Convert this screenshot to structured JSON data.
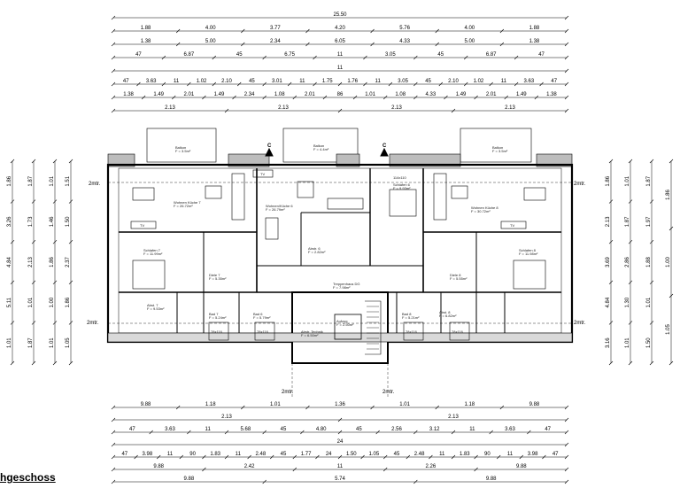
{
  "title": "hgeschoss",
  "top_dims": [
    {
      "row": 0,
      "values": [
        "25.50"
      ]
    },
    {
      "row": 1,
      "values": [
        "1.88",
        "4.00",
        "3.77",
        "4.20",
        "5.76",
        "4.00",
        "1.88"
      ]
    },
    {
      "row": 2,
      "values": [
        "1.38",
        "5.00",
        "2.34",
        "6.05",
        "4.33",
        "5.00",
        "1.38"
      ]
    },
    {
      "row": 3,
      "values": [
        "47",
        "6.87",
        "45",
        "6.75",
        "11",
        "3.05",
        "45",
        "6.87",
        "47"
      ]
    },
    {
      "row": 4,
      "values": [
        "11"
      ]
    },
    {
      "row": 5,
      "values": [
        "47",
        "3.63",
        "11",
        "1.02",
        "2.10",
        "45",
        "3.01",
        "11",
        "1.75",
        "1.76",
        "11",
        "3.05",
        "45",
        "2.10",
        "1.02",
        "11",
        "3.63",
        "47"
      ]
    },
    {
      "row": 6,
      "values": [
        "1.38",
        "1.49",
        "2.01",
        "1.49",
        "2.34",
        "1.08",
        "2.01",
        "86",
        "1.01",
        "1.08",
        "4.33",
        "1.49",
        "2.01",
        "1.49",
        "1.38"
      ]
    },
    {
      "row": 7,
      "values": [
        "2.13",
        "2.13",
        "2.13",
        "2.13"
      ]
    }
  ],
  "bottom_dims": [
    {
      "row": 0,
      "values": [
        "9.88",
        "1.18",
        "1.01",
        "1.36",
        "1.01",
        "1.18",
        "9.88"
      ]
    },
    {
      "row": 1,
      "values": [
        "2.13",
        "2.13"
      ]
    },
    {
      "row": 2,
      "values": [
        "47",
        "3.63",
        "11",
        "5.68",
        "45",
        "4.80",
        "45",
        "2.56",
        "3.12",
        "11",
        "3.63",
        "47"
      ]
    },
    {
      "row": 3,
      "values": [
        "24"
      ]
    },
    {
      "row": 4,
      "values": [
        "47",
        "3.98",
        "11",
        "90",
        "1.83",
        "11",
        "2.48",
        "45",
        "1.77",
        "24",
        "1.50",
        "1.05",
        "45",
        "2.48",
        "11",
        "1.83",
        "90",
        "11",
        "3.98",
        "47"
      ]
    },
    {
      "row": 5,
      "values": [
        "9.88",
        "2.42",
        "11",
        "2.26",
        "9.88"
      ]
    },
    {
      "row": 6,
      "values": [
        "9.88",
        "5.74",
        "9.88"
      ]
    }
  ],
  "left_dims": [
    "1.86",
    "3.26",
    "4.84",
    "5.11",
    "1.01",
    "1.87",
    "1.73",
    "2.13",
    "1.01",
    "1.87",
    "1.01",
    "1.46",
    "1.86",
    "1.00",
    "1.01",
    "1.51",
    "1.50",
    "2.37",
    "1.86",
    "1.05"
  ],
  "right_dims": [
    "1.86",
    "2.13",
    "3.69",
    "4.84",
    "3.16",
    "1.01",
    "1.87",
    "2.86",
    "1.30",
    "1.01",
    "1.87",
    "1.97",
    "1.88",
    "1.01",
    "1.50",
    "1.86",
    "1.00",
    "1.05"
  ],
  "rooms": [
    {
      "name": "Balkon",
      "area": "F = 3.5m²"
    },
    {
      "name": "Balkon",
      "area": "F = 4.4m²"
    },
    {
      "name": "Balkon",
      "area": "F = 3.5m²"
    },
    {
      "name": "Wohnen Küche 7",
      "area": "F = 26.72m²"
    },
    {
      "name": "Wohnen/Küche 6",
      "area": "F = 26.79m²"
    },
    {
      "name": "Wohnen Küche 8",
      "area": "F = 30.72m²"
    },
    {
      "name": "Schlafen 7",
      "area": "F = 11.99m²"
    },
    {
      "name": "Schlafen 6",
      "area": "F = 9.93m²"
    },
    {
      "name": "Schlafen 8",
      "area": "F = 11.98m²"
    },
    {
      "name": "Diele 7",
      "area": "F = 5.35m²"
    },
    {
      "name": "Abstr. 6",
      "area": "F = 2.82m²"
    },
    {
      "name": "Diele 8",
      "area": "F = 5.55m²"
    },
    {
      "name": "Treppenhaus DG",
      "area": "F = 7.98m²"
    },
    {
      "name": "Bad 7",
      "area": "F = 5.24m²"
    },
    {
      "name": "Bad 6",
      "area": "F = 5.79m²"
    },
    {
      "name": "Bad 8",
      "area": "F = 5.21m²"
    },
    {
      "name": "Abst. 7",
      "area": "F = 9.53m²"
    },
    {
      "name": "Abst. 8",
      "area": "F = 6.82m²"
    },
    {
      "name": "Abstr. Technik",
      "area": "F = 6.50m²"
    },
    {
      "name": "Aufzug",
      "area": "F = 2.50m²"
    }
  ],
  "labels": {
    "mtr_left": "2mtr.",
    "mtr_right": "2mtr.",
    "mtr_left_low": "2mtr.",
    "mtr_right_low": "2mtr.",
    "mtr_center_a": "2mtr.",
    "mtr_center_b": "2mtr.",
    "section_c1": "C",
    "section_c2": "C",
    "window_size": "114x110",
    "tv1": "TV",
    "tv2": "TV",
    "tv3": "TV",
    "box1": "78x116",
    "box2": "78x116",
    "box3": "78x116",
    "box4": "78x116"
  }
}
